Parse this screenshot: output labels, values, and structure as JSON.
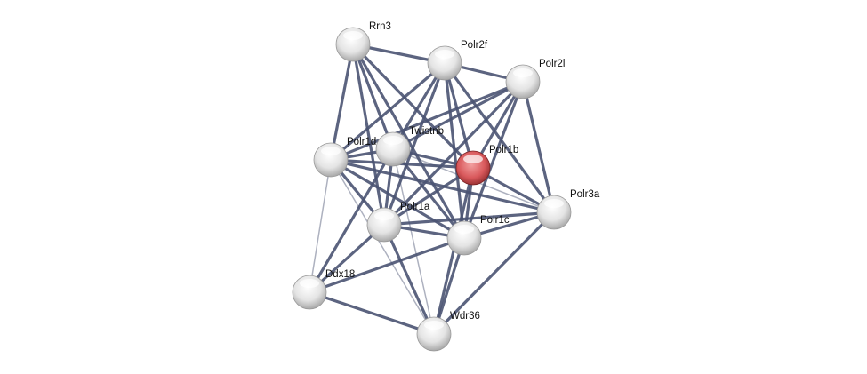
{
  "diagram": {
    "type": "protein-interaction-network",
    "query_color": "#d9595c",
    "node_color": "#e6e6e6",
    "edge_color": "#4a5372",
    "nodes": [
      {
        "id": "Rrn3",
        "label": "Rrn3"
      },
      {
        "id": "Polr2f",
        "label": "Polr2f"
      },
      {
        "id": "Polr2l",
        "label": "Polr2l"
      },
      {
        "id": "Twistnb",
        "label": "Twistnb"
      },
      {
        "id": "Polr1d",
        "label": "Polr1d"
      },
      {
        "id": "Polr1b",
        "label": "Polr1b",
        "query": true
      },
      {
        "id": "Polr3a",
        "label": "Polr3a"
      },
      {
        "id": "Polr1a",
        "label": "Polr1a"
      },
      {
        "id": "Polr1c",
        "label": "Polr1c"
      },
      {
        "id": "Ddx18",
        "label": "Ddx18"
      },
      {
        "id": "Wdr36",
        "label": "Wdr36"
      }
    ],
    "edges": [
      [
        "Rrn3",
        "Polr2f",
        0.9
      ],
      [
        "Rrn3",
        "Polr1d",
        0.8
      ],
      [
        "Rrn3",
        "Polr1a",
        0.8
      ],
      [
        "Rrn3",
        "Twistnb",
        0.8
      ],
      [
        "Rrn3",
        "Polr1b",
        0.8
      ],
      [
        "Rrn3",
        "Polr1c",
        0.8
      ],
      [
        "Polr2f",
        "Polr2l",
        0.9
      ],
      [
        "Polr2f",
        "Polr1d",
        0.8
      ],
      [
        "Polr2f",
        "Twistnb",
        0.8
      ],
      [
        "Polr2f",
        "Polr1a",
        0.8
      ],
      [
        "Polr2f",
        "Polr1b",
        0.8
      ],
      [
        "Polr2f",
        "Polr1c",
        0.8
      ],
      [
        "Polr2f",
        "Polr3a",
        0.8
      ],
      [
        "Polr2l",
        "Polr1d",
        0.8
      ],
      [
        "Polr2l",
        "Twistnb",
        0.8
      ],
      [
        "Polr2l",
        "Polr1a",
        0.8
      ],
      [
        "Polr2l",
        "Polr1b",
        0.8
      ],
      [
        "Polr2l",
        "Polr1c",
        0.8
      ],
      [
        "Polr2l",
        "Polr3a",
        0.8
      ],
      [
        "Polr1d",
        "Twistnb",
        0.8
      ],
      [
        "Polr1d",
        "Polr1b",
        0.8
      ],
      [
        "Polr1d",
        "Polr1a",
        0.8
      ],
      [
        "Polr1d",
        "Polr1c",
        0.8
      ],
      [
        "Polr1d",
        "Polr3a",
        0.8
      ],
      [
        "Polr1d",
        "Ddx18",
        0.3
      ],
      [
        "Polr1d",
        "Wdr36",
        0.4
      ],
      [
        "Twistnb",
        "Polr1b",
        0.8
      ],
      [
        "Twistnb",
        "Polr1a",
        0.8
      ],
      [
        "Twistnb",
        "Polr1c",
        0.8
      ],
      [
        "Twistnb",
        "Polr3a",
        0.3
      ],
      [
        "Twistnb",
        "Ddx18",
        0.8
      ],
      [
        "Twistnb",
        "Wdr36",
        0.4
      ],
      [
        "Polr1b",
        "Polr1a",
        0.8
      ],
      [
        "Polr1b",
        "Polr1c",
        0.9
      ],
      [
        "Polr1b",
        "Polr3a",
        0.8
      ],
      [
        "Polr1b",
        "Wdr36",
        0.8
      ],
      [
        "Polr1a",
        "Polr1c",
        0.8
      ],
      [
        "Polr1a",
        "Polr3a",
        0.8
      ],
      [
        "Polr1a",
        "Ddx18",
        0.8
      ],
      [
        "Polr1a",
        "Wdr36",
        0.8
      ],
      [
        "Polr1c",
        "Polr3a",
        0.8
      ],
      [
        "Polr1c",
        "Ddx18",
        0.8
      ],
      [
        "Polr1c",
        "Wdr36",
        0.8
      ],
      [
        "Polr3a",
        "Wdr36",
        0.5
      ],
      [
        "Ddx18",
        "Wdr36",
        0.8
      ]
    ]
  }
}
